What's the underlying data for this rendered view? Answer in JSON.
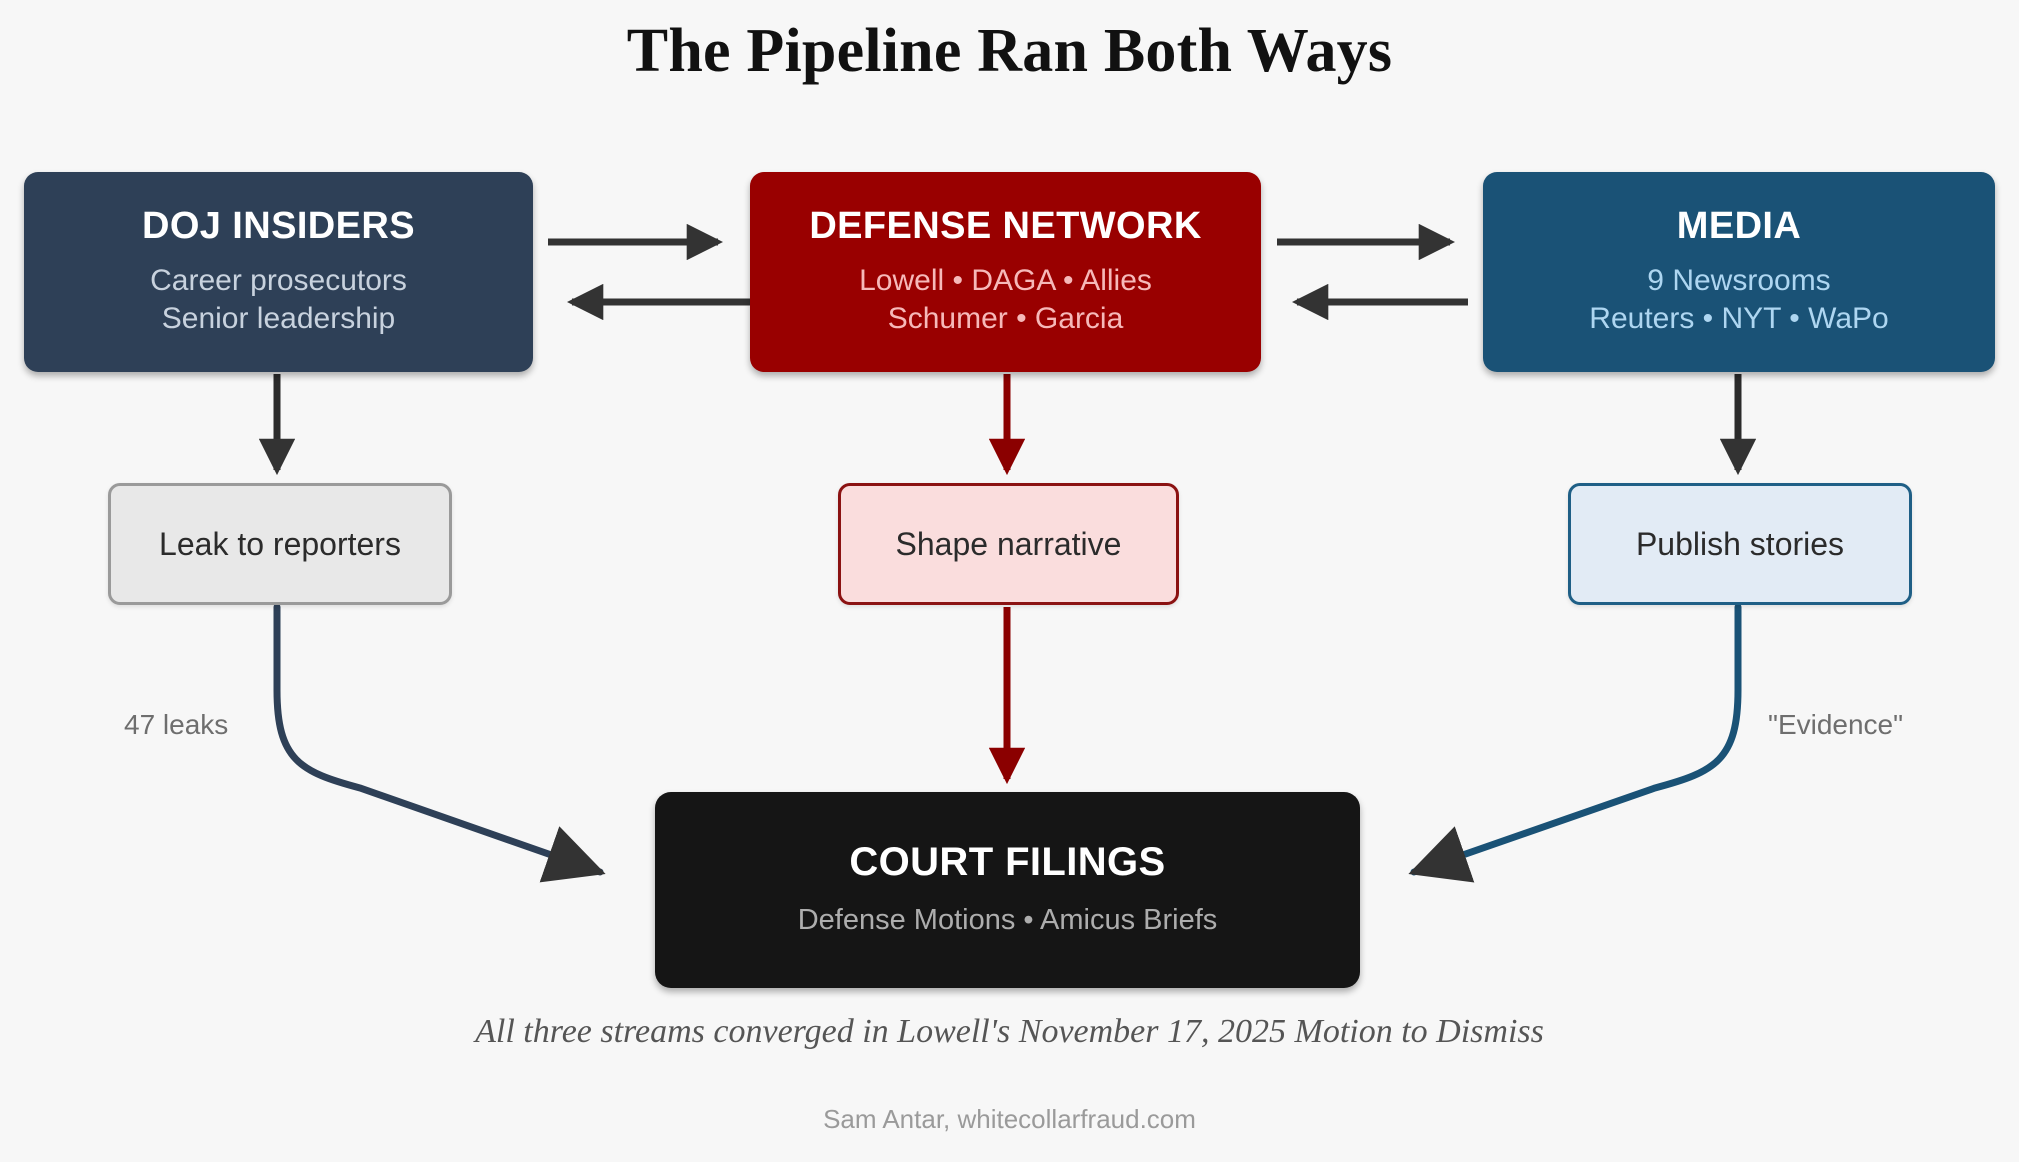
{
  "title": "The Pipeline Ran Both Ways",
  "background_color": "#f7f7f7",
  "nodes": {
    "doj": {
      "title": "DOJ INSIDERS",
      "sub_line1": "Career prosecutors",
      "sub_line2": "Senior leadership",
      "fill": "#2e4057"
    },
    "defense": {
      "title": "DEFENSE NETWORK",
      "sub_line1": "Lowell • DAGA • Allies",
      "sub_line2": "Schumer • Garcia",
      "fill": "#990000"
    },
    "media": {
      "title": "MEDIA",
      "sub_line1": "9 Newsrooms",
      "sub_line2": "Reuters • NYT • WaPo",
      "fill": "#1a5276"
    },
    "leak": {
      "label": "Leak to reporters",
      "fill": "#e8e8e8",
      "border": "#9a9a9a"
    },
    "shape": {
      "label": "Shape narrative",
      "fill": "#fadddd",
      "border": "#8b1212"
    },
    "publish": {
      "label": "Publish stories",
      "fill": "#e2ebf5",
      "border": "#1f5f86"
    },
    "court": {
      "title": "COURT FILINGS",
      "sub": "Defense Motions • Amicus Briefs",
      "fill": "#151515"
    }
  },
  "edge_labels": {
    "leaks": "47 leaks",
    "evidence": "\"Evidence\""
  },
  "edges": [
    {
      "from": "doj",
      "to": "defense",
      "direction": "right",
      "color": "#333333"
    },
    {
      "from": "defense",
      "to": "doj",
      "direction": "left",
      "color": "#333333"
    },
    {
      "from": "defense",
      "to": "media",
      "direction": "right",
      "color": "#333333"
    },
    {
      "from": "media",
      "to": "defense",
      "direction": "left",
      "color": "#333333"
    },
    {
      "from": "doj",
      "to": "leak",
      "direction": "down",
      "color": "#2b2b2b"
    },
    {
      "from": "defense",
      "to": "shape",
      "direction": "down",
      "color": "#8b0000"
    },
    {
      "from": "media",
      "to": "publish",
      "direction": "down",
      "color": "#2b2b2b"
    },
    {
      "from": "shape",
      "to": "court",
      "direction": "down",
      "color": "#8b0000"
    },
    {
      "from": "leak",
      "to": "court",
      "direction": "curve-right",
      "color": "#2e4057",
      "label": "47 leaks"
    },
    {
      "from": "publish",
      "to": "court",
      "direction": "curve-left",
      "color": "#1a5276",
      "label": "\"Evidence\""
    }
  ],
  "caption": "All three streams converged in Lowell's November 17, 2025 Motion to Dismiss",
  "attribution": "Sam Antar, whitecollarfraud.com"
}
